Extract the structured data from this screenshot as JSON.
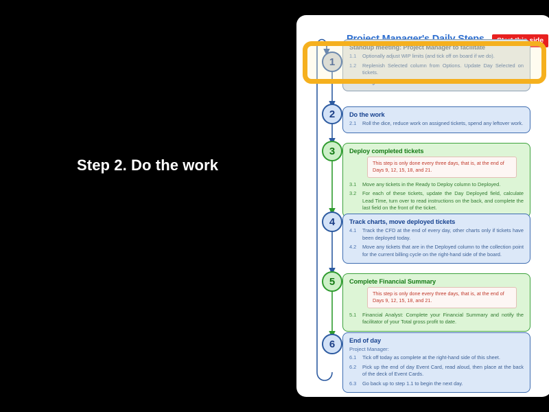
{
  "slide": {
    "headline": "Step 2. Do the work",
    "background_color": "#000000"
  },
  "document": {
    "title": "Project Manager's Daily Steps",
    "badge": "Start this side",
    "badge_color": "#e8201f",
    "title_color": "#2e6fd0",
    "card_color": "#ffffff"
  },
  "highlight": {
    "color": "#f5b01e",
    "target": "step-1"
  },
  "steps": [
    {
      "number": "1",
      "circle_style": "grey",
      "box_style": "grey",
      "heading": "Standup meeting: Project Manager to facilitate",
      "subhead": "",
      "note": "",
      "items": [
        {
          "num": "1.1",
          "text": "Optionally adjust WIP limits (and tick off on board if we do)."
        },
        {
          "num": "1.2",
          "text": "Replenish Selected column from Options. Update Day Selected on tickets."
        },
        {
          "num": "1.3",
          "text": "Assign dice to tickets."
        }
      ]
    },
    {
      "number": "2",
      "circle_style": "blue",
      "box_style": "blue",
      "heading": "Do the work",
      "subhead": "",
      "note": "",
      "items": [
        {
          "num": "2.1",
          "text": "Roll the dice, reduce work on assigned tickets, spend any leftover work."
        }
      ]
    },
    {
      "number": "3",
      "circle_style": "green",
      "box_style": "green",
      "heading": "Deploy completed tickets",
      "subhead": "",
      "note": "This step is only done every three days, that is, at the end of Days 9, 12, 15, 18, and 21.",
      "items": [
        {
          "num": "3.1",
          "text": "Move any tickets in the Ready to Deploy column to Deployed."
        },
        {
          "num": "3.2",
          "text": "For each of these tickets, update the Day Deployed field, calculate Lead Time, turn over to read instructions on the back, and complete the last field on the front of the ticket."
        }
      ]
    },
    {
      "number": "4",
      "circle_style": "blue",
      "box_style": "blue",
      "heading": "Track charts, move deployed tickets",
      "subhead": "",
      "note": "",
      "items": [
        {
          "num": "4.1",
          "text": "Track the CFD at the end of every day, other charts only if tickets have been deployed today."
        },
        {
          "num": "4.2",
          "text": "Move any tickets that are in the Deployed column to the collection point for the current billing cycle on the right-hand side of the board."
        }
      ]
    },
    {
      "number": "5",
      "circle_style": "green",
      "box_style": "green",
      "heading": "Complete Financial Summary",
      "subhead": "",
      "note": "This step is only done every three days, that is, at the end of Days 9, 12, 15, 18, and 21.",
      "items": [
        {
          "num": "5.1",
          "text": "Financial Analyst: Complete your Financial Summary and notify the facilitator of your Total gross profit to date."
        }
      ]
    },
    {
      "number": "6",
      "circle_style": "blue",
      "box_style": "blue",
      "heading": "End of day",
      "subhead": "Project Manager:",
      "note": "",
      "items": [
        {
          "num": "6.1",
          "text": "Tick off today as complete at the right-hand side of this sheet."
        },
        {
          "num": "6.2",
          "text": "Pick up the end of day Event Card, read aloud, then place at the back of the deck of Event Cards."
        },
        {
          "num": "6.3",
          "text": "Go back up to step 1.1 to begin the next day."
        }
      ]
    }
  ]
}
